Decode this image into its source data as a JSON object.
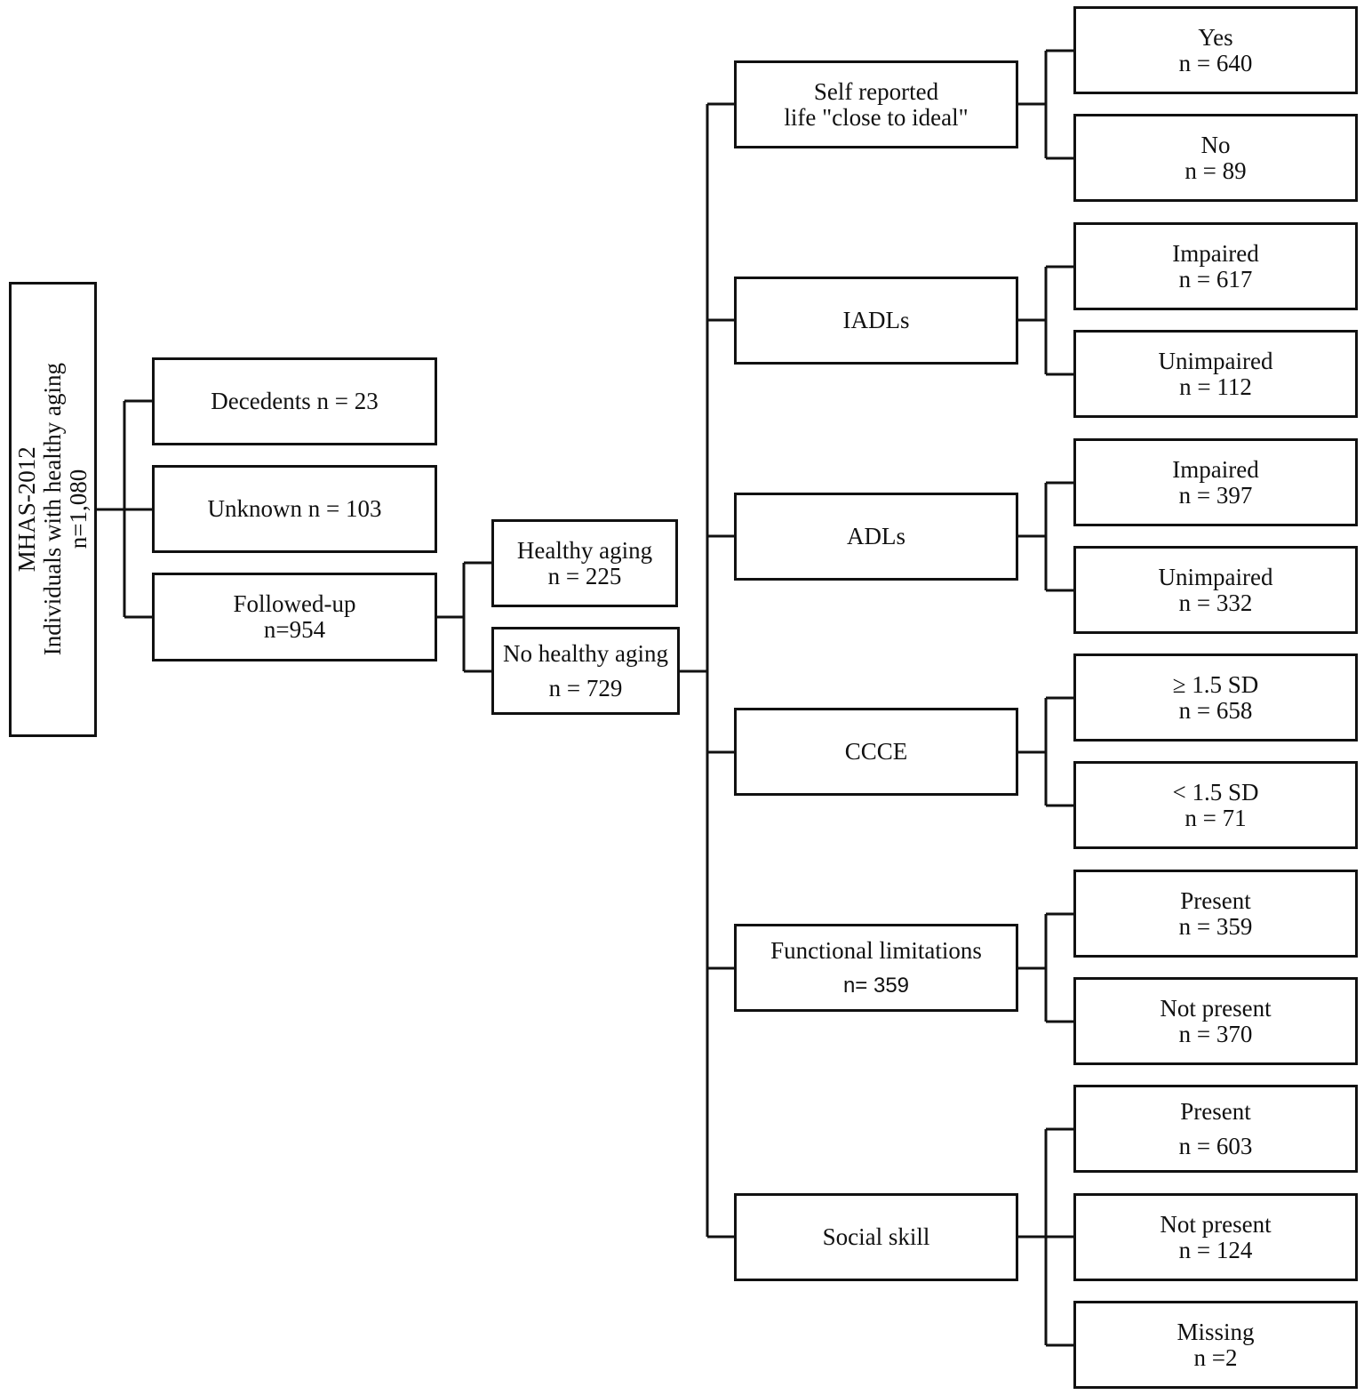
{
  "root": {
    "line1": "MHAS-2012",
    "line2": "Individuals with healthy aging",
    "line3": "n=1,080"
  },
  "decedents": "Decedents n = 23",
  "unknown": "Unknown n = 103",
  "followed_up": {
    "label": "Followed-up",
    "n": "n=954"
  },
  "healthy_aging": {
    "label": "Healthy aging",
    "n": "n = 225"
  },
  "no_healthy_aging": {
    "label": "No healthy aging",
    "n": "n = 729"
  },
  "self_reported": {
    "line1": "Self reported",
    "line2": "life \"close to ideal\"",
    "yes": {
      "label": "Yes",
      "n": "n = 640"
    },
    "no": {
      "label": "No",
      "n": "n = 89"
    }
  },
  "iadls": {
    "label": "IADLs",
    "impaired": {
      "label": "Impaired",
      "n": "n = 617"
    },
    "unimpaired": {
      "label": "Unimpaired",
      "n": "n = 112"
    }
  },
  "adls": {
    "label": "ADLs",
    "impaired": {
      "label": "Impaired",
      "n": "n = 397"
    },
    "unimpaired": {
      "label": "Unimpaired",
      "n": "n = 332"
    }
  },
  "ccce": {
    "label": "CCCE",
    "ge": {
      "label": "≥ 1.5 SD",
      "n": "n = 658"
    },
    "lt": {
      "label": "< 1.5 SD",
      "n": "n = 71"
    }
  },
  "functional": {
    "label": "Functional limitations",
    "n": "n= 359",
    "present": {
      "label": "Present",
      "n": "n = 359"
    },
    "not_present": {
      "label": "Not present",
      "n": "n = 370"
    }
  },
  "social": {
    "label": "Social skill",
    "present": {
      "label": "Present",
      "n": "n = 603"
    },
    "not_present": {
      "label": "Not present",
      "n": "n = 124"
    },
    "missing": {
      "label": "Missing",
      "n": "n =2"
    }
  }
}
